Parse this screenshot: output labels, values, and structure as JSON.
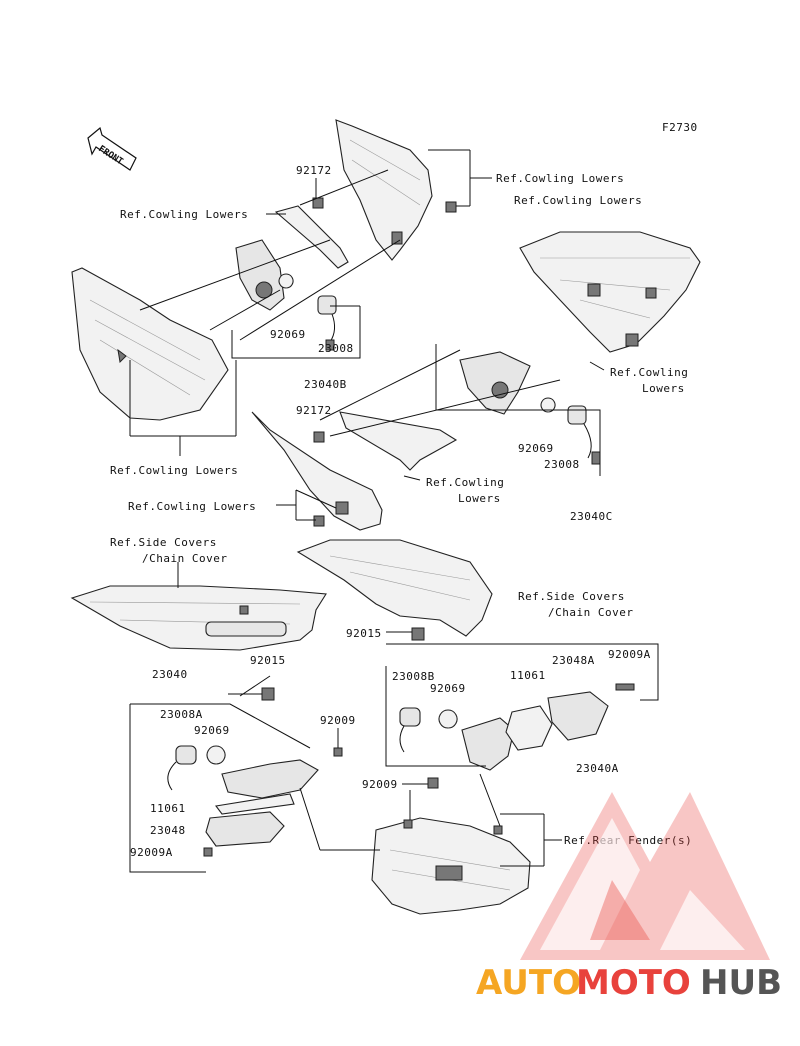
{
  "figure_code": "F2730",
  "front_arrow_text": "FRONT",
  "labels": {
    "ref_cowling_lowers_1": "Ref.Cowling Lowers",
    "ref_cowling_lowers_2": "Ref.Cowling Lowers",
    "ref_cowling_lowers_3": "Ref.Cowling Lowers",
    "ref_cowling_lowers_4_line1": "Ref.Cowling",
    "ref_cowling_lowers_4_line2": "Lowers",
    "ref_cowling_lowers_5": "Ref.Cowling Lowers",
    "ref_cowling_lowers_6_line1": "Ref.Cowling",
    "ref_cowling_lowers_6_line2": "Lowers",
    "ref_cowling_lowers_7": "Ref.Cowling Lowers",
    "ref_side_covers_left_line1": "Ref.Side Covers",
    "ref_side_covers_left_line2": "/Chain Cover",
    "ref_side_covers_right_line1": "Ref.Side Covers",
    "ref_side_covers_right_line2": "/Chain Cover",
    "ref_rear_fender": "Ref.Rear Fender(s)"
  },
  "part_numbers": {
    "p92172_top": "92172",
    "p92069_a": "92069",
    "p23008_a": "23008",
    "p23040B": "23040B",
    "p92172_mid": "92172",
    "p92069_b": "92069",
    "p23008_b": "23008",
    "p23040C": "23040C",
    "p92015_right": "92015",
    "p23040": "23040",
    "p92015_left": "92015",
    "p23008A": "23008A",
    "p92069_c": "92069",
    "p92009_left": "92009",
    "p11061_left": "11061",
    "p23048": "23048",
    "p92009A_left": "92009A",
    "p23008B": "23008B",
    "p92069_d": "92069",
    "p11061_right": "11061",
    "p23048A": "23048A",
    "p92009A_right": "92009A",
    "p92009_right": "92009",
    "p23040A": "23040A"
  },
  "watermark": {
    "text_auto": "AUTO",
    "text_moto": "MOTO",
    "text_hub": "HUB",
    "color_auto": "#f5a623",
    "color_moto": "#e8423c",
    "color_hub": "#555555"
  }
}
